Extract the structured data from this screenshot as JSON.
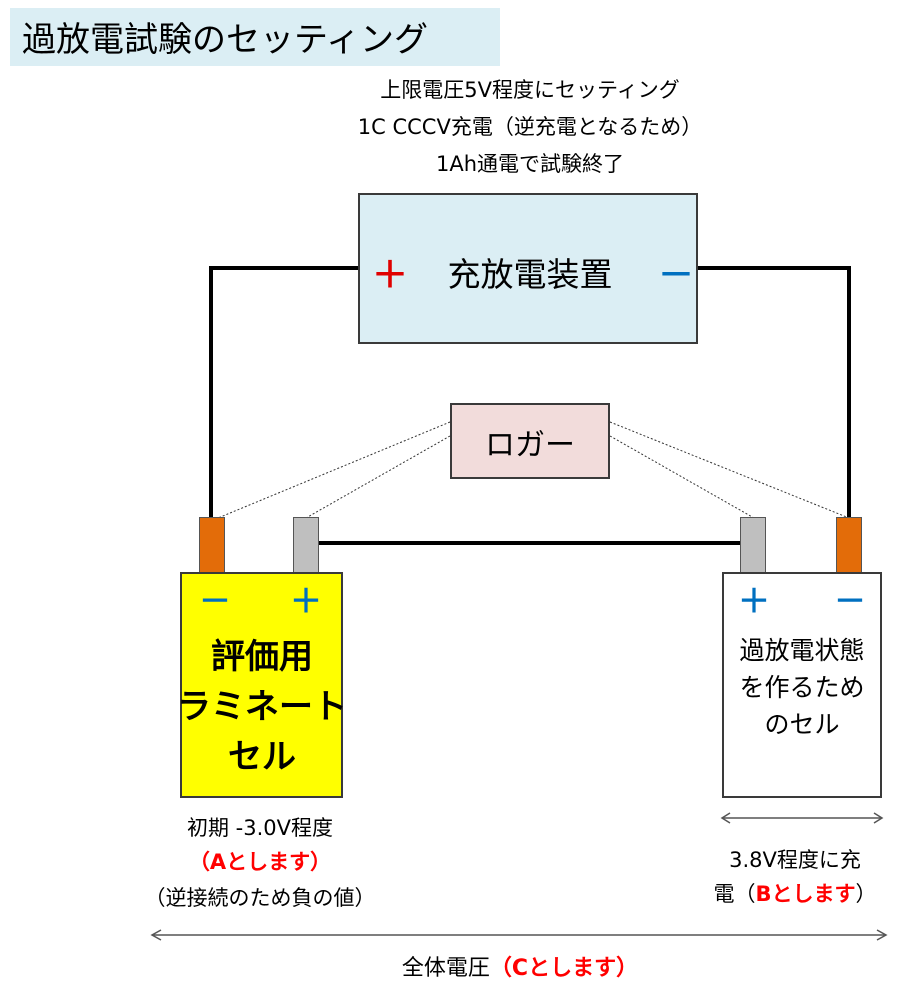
{
  "title": "過放電試験のセッティング",
  "notes": [
    "上限電圧5V程度にセッティング",
    "1C CCCV充電（逆充電となるため）",
    "1Ah通電で試験終了"
  ],
  "charger": {
    "label": "充放電装置",
    "plus": "＋",
    "minus": "－"
  },
  "logger": {
    "label": "ロガー"
  },
  "cell_a": {
    "minus": "－",
    "plus": "＋",
    "lines": [
      "評価用",
      "ラミネート",
      "セル"
    ],
    "caption_line1": "初期 -3.0V程度",
    "caption_line2": "（Aとします）",
    "caption_line3": "（逆接続のため負の値）"
  },
  "cell_b": {
    "plus": "＋",
    "minus": "－",
    "lines": [
      "過放電状態",
      "を作るため",
      "のセル"
    ],
    "caption_line1": "3.8V程度に充",
    "caption_line2_prefix": "電（",
    "caption_line2_red": "Bとします",
    "caption_line2_suffix": "）"
  },
  "total": {
    "prefix": "全体電圧",
    "red": "（Cとします）"
  },
  "colors": {
    "title_bg": "#dbeef4",
    "charger_bg": "#dbeef4",
    "logger_bg": "#f2dcdb",
    "cell_a_bg": "#ffff00",
    "tab_negative": "#e36c09",
    "tab_positive": "#bfbfbf",
    "plus_red": "#e00000",
    "polarity_blue": "#0070c0",
    "highlight_red": "#ff0000"
  }
}
